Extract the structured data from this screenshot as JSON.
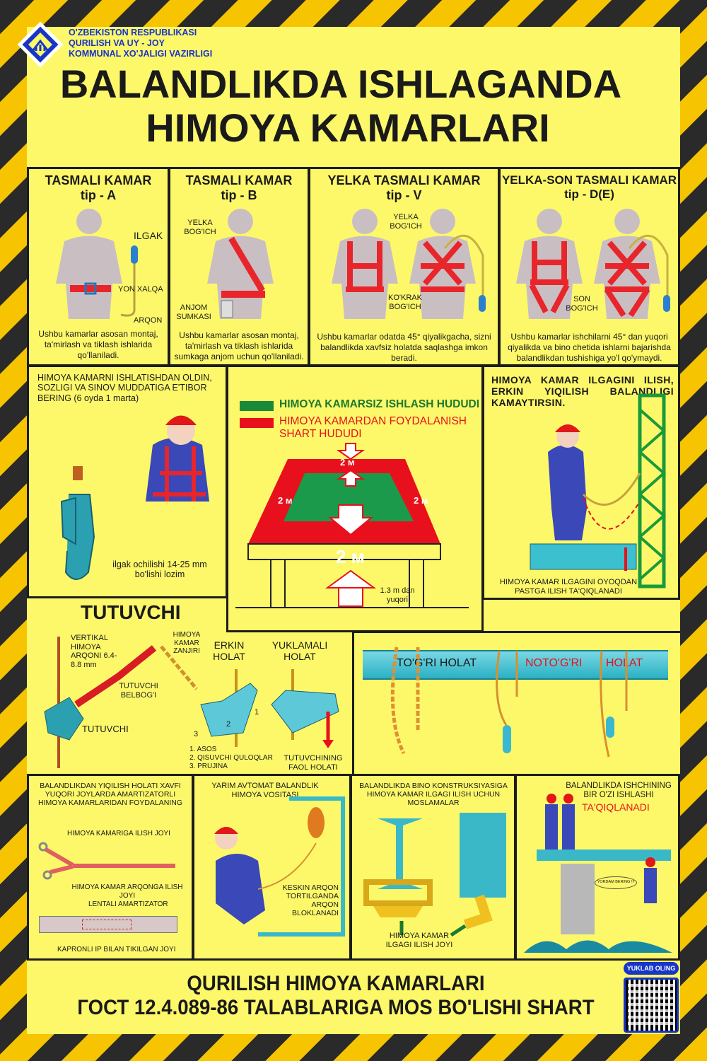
{
  "header": {
    "ministry": [
      "O'ZBEKISTON RESPUBLIKASI",
      "QURILISH VA UY - JOY",
      "KOMMUNAL XO'JALIGI VAZIRLIGI"
    ],
    "title_line1": "BALANDLIKDA ISHLAGANDA",
    "title_line2": "HIMOYA KAMARLARI"
  },
  "colors": {
    "background": "#fdf86a",
    "stripe_dark": "#2a2a2a",
    "stripe_yellow": "#f6c400",
    "ministry_blue": "#1736c8",
    "red": "#e8101c",
    "green": "#1a8a3a",
    "steel": "#3cc0d0"
  },
  "belts": [
    {
      "title": "TASMALI KAMAR",
      "type": "tip - A",
      "labels": [
        "ILGAK",
        "YON XALQA",
        "ARQON"
      ],
      "desc": "Ushbu kamarlar asosan montaj, ta'mirlash va tiklash ishlarida qo'llaniladi."
    },
    {
      "title": "TASMALI KAMAR",
      "type": "tip - B",
      "labels": [
        "YELKA BOG'ICH",
        "ANJOM SUMKASI"
      ],
      "desc": "Ushbu kamarlar asosan montaj, ta'mirlash va tiklash ishlarida sumkaga anjom uchun qo'llaniladi."
    },
    {
      "title": "YELKA TASMALI KAMAR",
      "type": "tip - V",
      "labels": [
        "YELKA BOG'ICH",
        "KO'KRAK BOG'ICH"
      ],
      "desc": "Ushbu kamarlar odatda 45° qiyalikgacha, sizni balandlikda xavfsiz holatda saqlashga imkon beradi."
    },
    {
      "title": "YELKA-SON TASMALI KAMAR",
      "type": "tip - D(E)",
      "labels": [
        "SON BOG'ICH"
      ],
      "desc": "Ushbu kamarlar ishchilarni 45° dan yuqori qiyalikda va bino chetida ishlarni bajarishda balandlikdan tushishiga yo'l qo'ymaydi."
    }
  ],
  "inspect": {
    "text": "HIMOYA KAMARNI ISHLATISHDAN OLDIN, SOZLIGI VA SINOV MUDDATIGA E'TIBOR BERING (6 oyda 1 marta)",
    "hook_note": "ilgak ochilishi 14-25 mm bo'lishi lozim"
  },
  "zones": {
    "legend_green": "HIMOYA KAMARSIZ ISHLASH HUDUDI",
    "legend_red": "HIMOYA KAMARDAN FOYDALANISH SHART HUDUDI",
    "dist": "2 м",
    "height_note": "1.3 m dan yuqori"
  },
  "anchor": {
    "text": "HIMOYA KAMAR ILGAGINI ILISH, ERKIN YIQILISH BALANDLIGI KAMAYTIRSIN.",
    "warning": "HIMOYA KAMAR ILGAGINI OYOQDAN PASTGA ILISH TA'QIQLANADI"
  },
  "grab": {
    "title": "TUTUVCHI",
    "rope": "VERTIKAL HIMOYA ARQONI 6.4-8.8 mm",
    "chain": "HIMOYA KAMAR ZANJIRI",
    "strap": "TUTUVCHI BELBOG'I",
    "device": "TUTUVCHI",
    "free": "ERKIN HOLAT",
    "loaded": "YUKLAMALI HOLAT",
    "parts": [
      "1. ASOS",
      "2. QISUVCHI QULOQLAR",
      "3. PRUJINA"
    ],
    "active": "TUTUVCHINING FAOL HOLATI",
    "nums": [
      "1",
      "2",
      "3"
    ]
  },
  "beam": {
    "correct": "TO'G'RI  HOLAT",
    "wrong1": "NOTO'G'RI",
    "wrong2": "HOLAT"
  },
  "absorber": {
    "text": "BALANDLIKDAN YIQILISH HOLATI XAVFI YUQORI JOYLARDA AMARTIZATORLI HIMOYA KAMARLARIDAN FOYDALANING",
    "l1": "HIMOYA KAMARIGA ILISH JOYI",
    "l2": "HIMOYA KAMAR ARQONGA ILISH JOYI",
    "l3": "LENTALI AMARTIZATOR",
    "l4": "KAPRONLI IP BILAN TIKILGAN JOYI"
  },
  "retract": {
    "title": "YARIM AVTOMAT BALANDLIK HIMOYA VOSITASI",
    "note": "KESKIN ARQON TORTILGANDA ARQON BLOKLANADI"
  },
  "clamp": {
    "title": "BALANDLIKDA BINO KONSTRUKSIYASIGA HIMOYA KAMAR ILGAGI ILISH UCHUN MOSLAMALAR",
    "note": "HIMOYA KAMAR ILGAGI ILISH JOYI"
  },
  "alone": {
    "title": "BALANDLIKDA ISHCHINING BIR O'ZI ISHLASHI",
    "forbidden": "TA'QIQLANADI",
    "bubble": "YORDAM BERING !!!"
  },
  "footer": {
    "line1": "QURILISH HIMOYA KAMARLARI",
    "line2": "ГОСТ 12.4.089-86 TALABLARIGA MOS BO'LISHI SHART",
    "download": "YUKLAB OLING"
  }
}
